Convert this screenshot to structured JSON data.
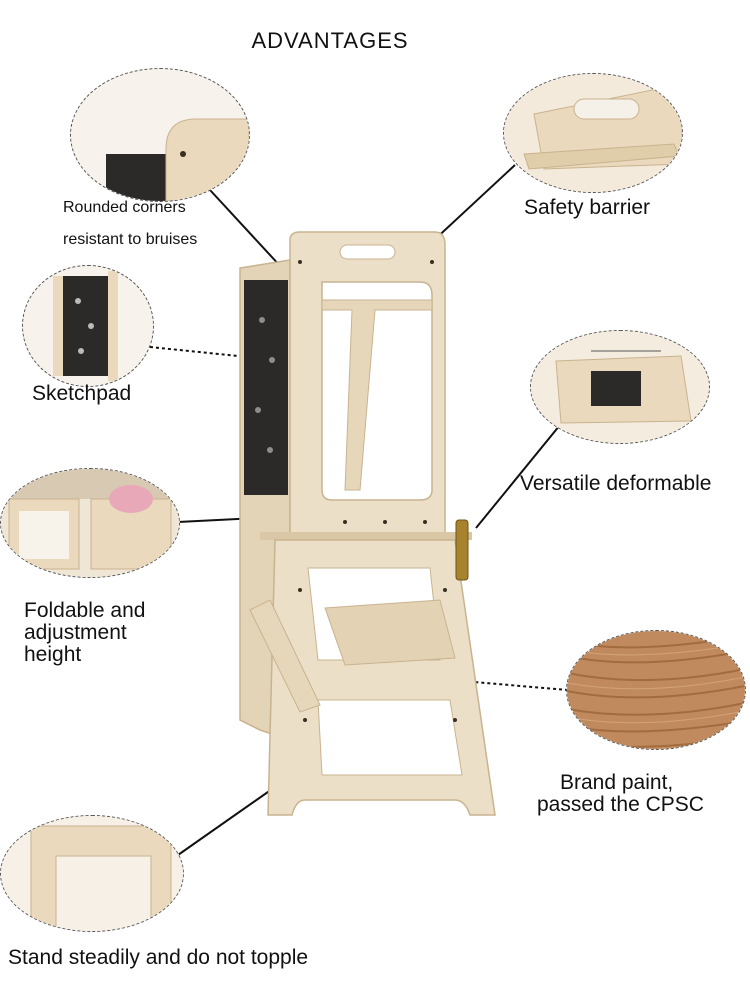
{
  "header": {
    "title": "ADVANTAGES"
  },
  "features": {
    "rounded_corners": {
      "line1": "Rounded corners",
      "line2": "resistant to bruises"
    },
    "safety_barrier": "Safety barrier",
    "sketchpad": "Sketchpad",
    "versatile": "Versatile deformable",
    "foldable": {
      "line1": "Foldable and",
      "line2": "adjustment",
      "line3": "height"
    },
    "paint": {
      "line1": "Brand paint,",
      "line2": "passed the CPSC"
    },
    "stand": "Stand steadily and do not topple"
  },
  "colors": {
    "wood": "#e9dcc4",
    "wood_edge": "#c9b38f",
    "chalkboard": "#2b2a28",
    "grain": "#b8835a"
  }
}
